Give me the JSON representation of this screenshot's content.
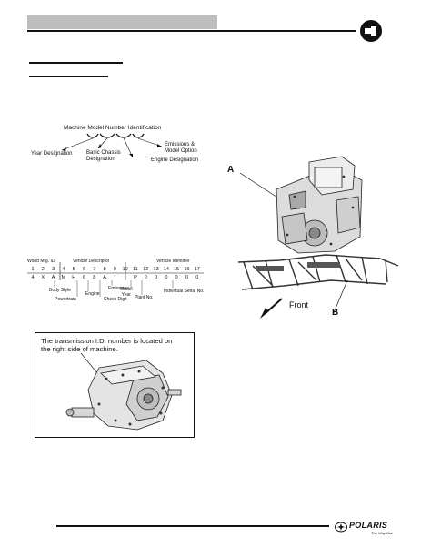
{
  "model_number_diagram": {
    "title": "Machine Model Number Identification",
    "labels": {
      "year": "Year Designation",
      "chassis": "Basic Chassis\nDesignation",
      "emissions": "Emissions &\nModel Option",
      "engine": "Engine Designation"
    }
  },
  "vin_diagram": {
    "header_world": "World Mfg. ID",
    "header_vds": "Vehicle Descriptor",
    "header_vis": "Vehicle Identifier",
    "positions": [
      "1",
      "2",
      "3",
      "4",
      "5",
      "6",
      "7",
      "8",
      "9",
      "10",
      "11",
      "12",
      "13",
      "14",
      "15",
      "16",
      "17"
    ],
    "values": [
      "4",
      "X",
      "A",
      "M",
      "H",
      "6",
      "8",
      "A",
      "*",
      "",
      "P",
      "0",
      "0",
      "0",
      "0",
      "0",
      "0"
    ],
    "labels": {
      "body_style": "Body Style",
      "powertrain": "Powertrain",
      "engine": "Engine",
      "emissions": "Emissions",
      "check_digit": "Check Digit",
      "model_year": "Model\nYear",
      "plant_no": "Plant No.",
      "serial_no": "Individual Serial No."
    }
  },
  "transmission_callout": {
    "text_line1": "The transmission I.D. number is located on",
    "text_line2": "the right side of machine."
  },
  "engine_figure": {
    "label_a": "A",
    "label_b": "B",
    "front_label": "Front"
  },
  "footer": {
    "brand": "POLARIS",
    "tagline": "The Way Out."
  }
}
